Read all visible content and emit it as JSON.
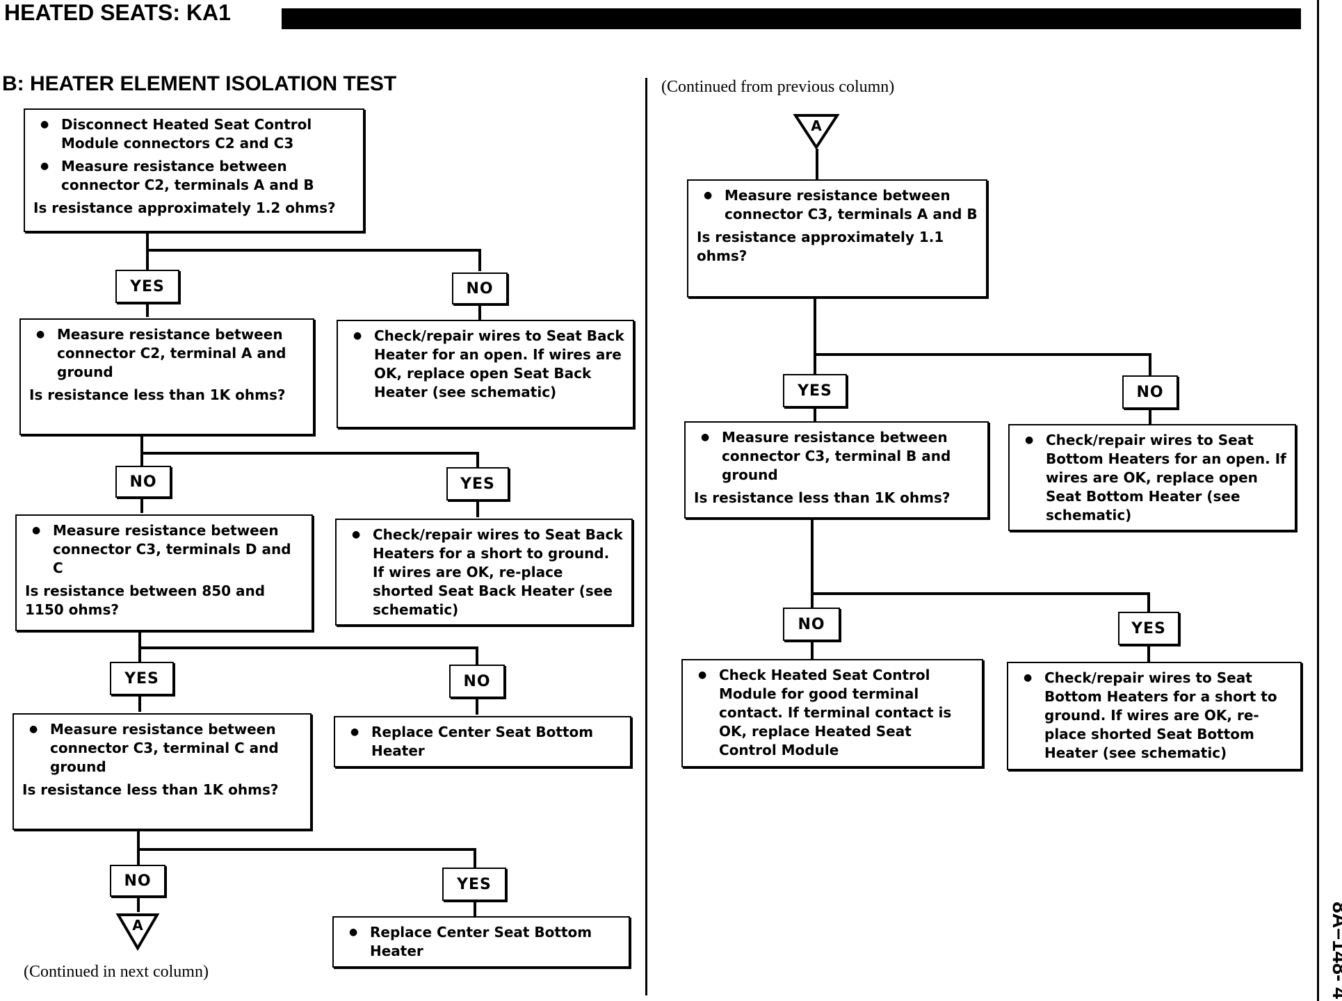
{
  "header": {
    "title": "HEATED SEATS: KA1"
  },
  "section": {
    "title": "B: HEATER ELEMENT ISOLATION TEST"
  },
  "notes": {
    "continued_from": "(Continued from previous column)",
    "continued_in": "(Continued in next column)"
  },
  "page_number": "8A–148- 4",
  "connector_label": "A",
  "left": {
    "step1": {
      "bullets": [
        "Disconnect Heated Seat Control Module connectors C2 and C3",
        "Measure resistance between connector C2, terminals A and B"
      ],
      "question": "Is resistance approximately 1.2 ohms?"
    },
    "step1_yes": "YES",
    "step1_no": "NO",
    "step1_no_action": "Check/repair wires to Seat Back Heater for an open. If wires are OK, replace open Seat Back Heater (see schematic)",
    "step2": {
      "bullets": [
        "Measure resistance between connector C2, terminal A and ground"
      ],
      "question": "Is resistance less than 1K ohms?"
    },
    "step2_no": "NO",
    "step2_yes": "YES",
    "step2_yes_action": "Check/repair wires to Seat Back Heaters for a short to ground. If wires are OK, re-place shorted Seat Back Heater (see schematic)",
    "step3": {
      "bullets": [
        "Measure resistance between connector C3, terminals D and C"
      ],
      "question": "Is resistance between 850 and 1150 ohms?"
    },
    "step3_yes": "YES",
    "step3_no": "NO",
    "step3_no_action": "Replace Center Seat Bottom Heater",
    "step4": {
      "bullets": [
        "Measure resistance between connector C3, terminal C and ground"
      ],
      "question": "Is resistance less than 1K ohms?"
    },
    "step4_no": "NO",
    "step4_yes": "YES",
    "step4_yes_action": "Replace Center Seat Bottom Heater"
  },
  "right": {
    "step5": {
      "bullets": [
        "Measure resistance between connector C3, terminals A and B"
      ],
      "question": "Is resistance approximately 1.1 ohms?"
    },
    "step5_yes": "YES",
    "step5_no": "NO",
    "step5_no_action": "Check/repair wires to Seat Bottom Heaters for an open. If wires are OK, replace open Seat Bottom Heater (see schematic)",
    "step6": {
      "bullets": [
        "Measure resistance between connector C3, terminal B and ground"
      ],
      "question": "Is resistance less than 1K ohms?"
    },
    "step6_no": "NO",
    "step6_yes": "YES",
    "step6_no_action": "Check Heated Seat Control Module for good terminal contact. If terminal contact is OK, replace Heated Seat Control Module",
    "step6_yes_action": "Check/repair wires to Seat Bottom Heaters for a short to ground. If wires are OK, re-place shorted Seat Bottom Heater (see schematic)"
  }
}
